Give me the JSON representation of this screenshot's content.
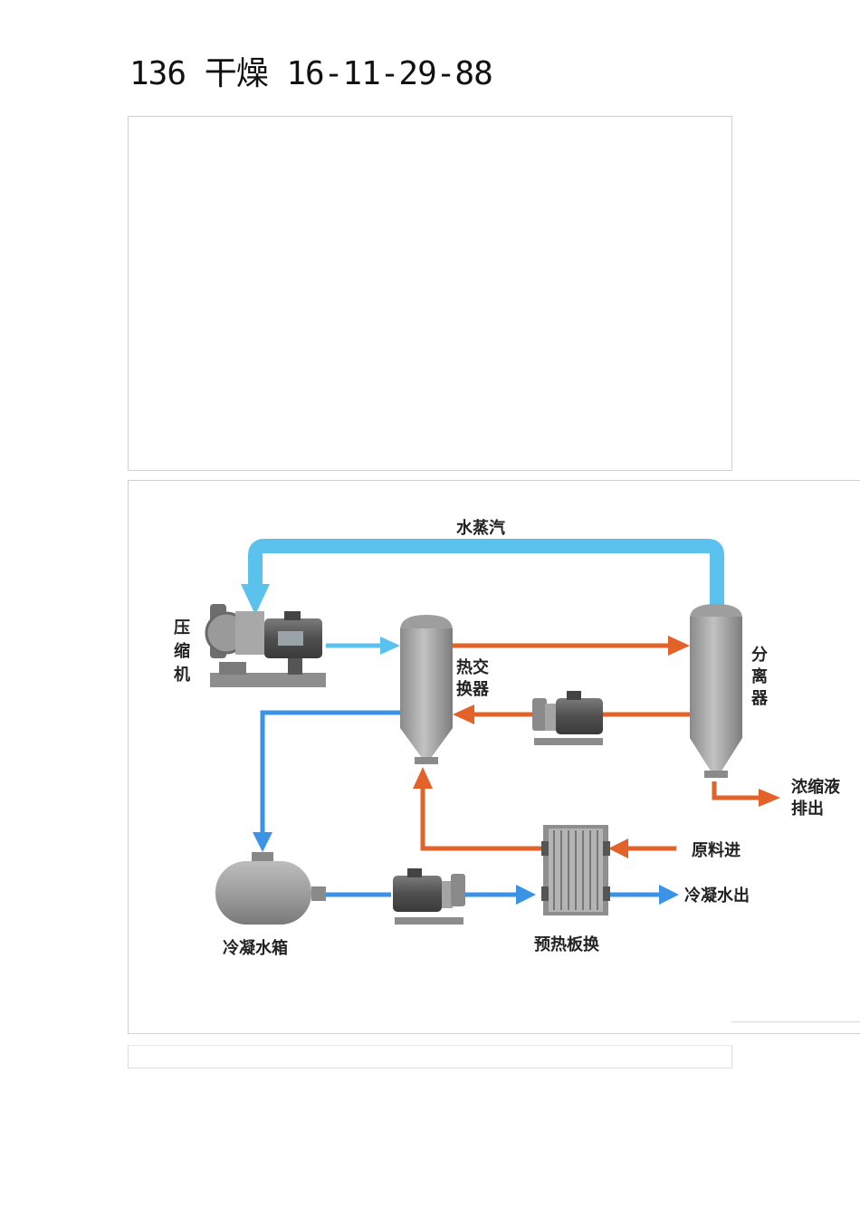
{
  "page": {
    "title": "136 干燥 16-11-29-88"
  },
  "diagram": {
    "labels": {
      "steam": "水蒸汽",
      "compressor": [
        "压",
        "缩",
        "机"
      ],
      "heat_exchanger": [
        "热交",
        "换器"
      ],
      "separator": [
        "分",
        "离",
        "器"
      ],
      "concentrate_out": [
        "浓缩液",
        "排出"
      ],
      "feed_in": "原料进",
      "condensate_out": "冷凝水出",
      "condensate_tank": "冷凝水箱",
      "preheat_plate": "预热板换"
    },
    "colors": {
      "steam": "#5bc2ee",
      "condensate": "#3b93e6",
      "process": "#e2622a",
      "equipment": "#9c9c9c"
    }
  }
}
